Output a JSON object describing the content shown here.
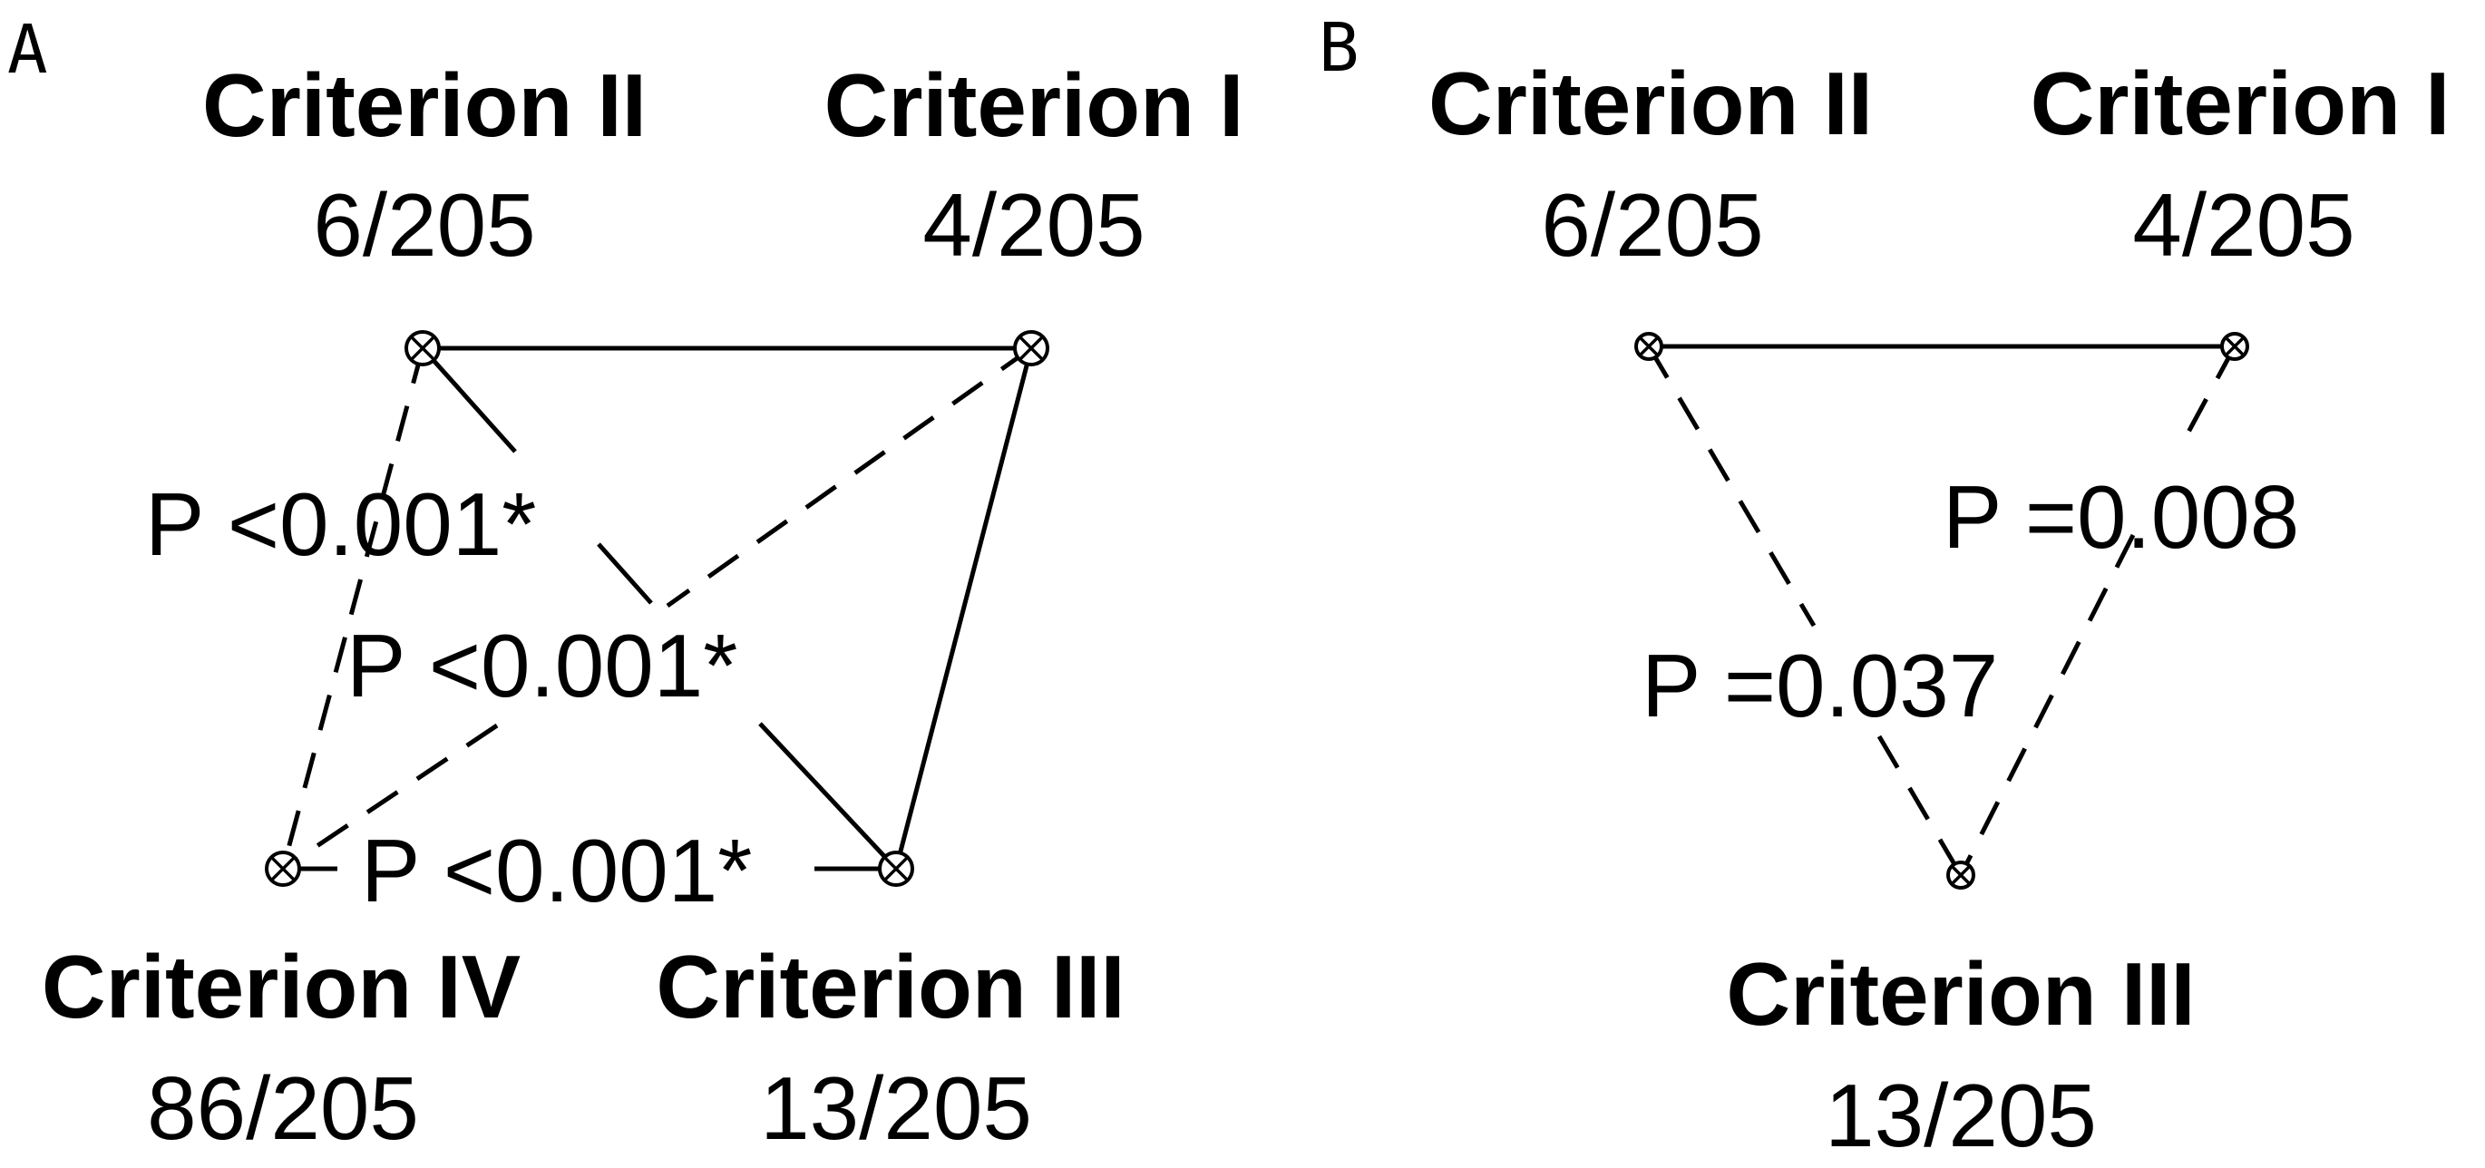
{
  "panels": {
    "a": {
      "letter": "A",
      "nodes": {
        "c2": {
          "name": "Criterion II",
          "count": "6/205"
        },
        "c1": {
          "name": "Criterion I",
          "count": "4/205"
        },
        "c4": {
          "name": "Criterion IV",
          "count": "86/205"
        },
        "c3": {
          "name": "Criterion III",
          "count": "13/205"
        }
      },
      "edges": {
        "c2_c3": {
          "label": "P <0.001*"
        },
        "c1_c4": {
          "label": "P <0.001*"
        },
        "c4_c3": {
          "label": "P <0.001*"
        }
      }
    },
    "b": {
      "letter": "B",
      "nodes": {
        "c2": {
          "name": "Criterion II",
          "count": "6/205"
        },
        "c1": {
          "name": "Criterion I",
          "count": "4/205"
        },
        "c3": {
          "name": "Criterion III",
          "count": "13/205"
        }
      },
      "edges": {
        "c2_c3": {
          "label": "P =0.037"
        },
        "c1_c3": {
          "label": "P =0.008"
        }
      }
    }
  }
}
